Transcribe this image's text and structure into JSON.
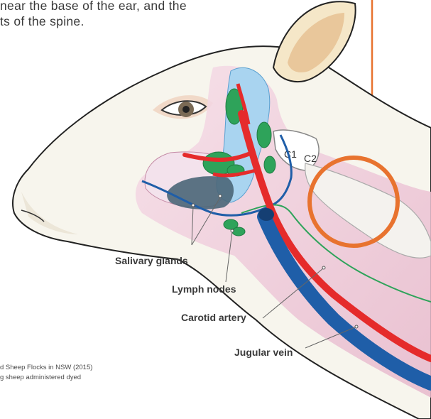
{
  "intro_text": {
    "line1": "near the base of the ear, and the",
    "line2": "ts of the spine."
  },
  "labels": {
    "salivary_glands": "Salivary glands",
    "lymph_nodes": "Lymph nodes",
    "carotid_artery": "Carotid artery",
    "jugular_vein": "Jugular vein",
    "c1": "C1",
    "c2": "C2"
  },
  "footnote": {
    "line1": "d Sheep Flocks in NSW (2015)",
    "line2": "g sheep administered dyed"
  },
  "colors": {
    "accent_orange": "#e8732f",
    "artery_red": "#e52b2b",
    "vein_blue": "#1f5ea8",
    "gland_green": "#2ea35a",
    "tissue_pink": "#f2d6e3"
  }
}
